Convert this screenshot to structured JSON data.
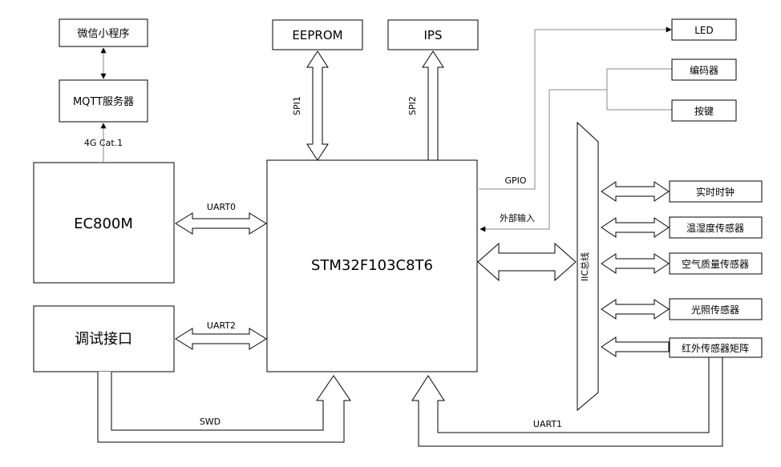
{
  "blocks": {
    "wechat_mini_program": "微信小程序",
    "mqtt_server": "MQTT服务器",
    "ec800m": "EC800M",
    "debug_interface": "调试接口",
    "eeprom": "EEPROM",
    "ips": "IPS",
    "mcu": "STM32F103C8T6",
    "iic_bus": "IIC总线",
    "led": "LED",
    "encoder": "编码器",
    "button": "按键",
    "rtc": "实时时钟",
    "temp_humidity_sensor": "温湿度传感器",
    "air_quality_sensor": "空气质量传感器",
    "light_sensor": "光照传感器",
    "ir_sensor_matrix": "红外传感器矩阵"
  },
  "links": {
    "cat1": "4G Cat.1",
    "uart0": "UART0",
    "uart2": "UART2",
    "uart1": "UART1",
    "spi1": "SPI1",
    "spi2": "SPI2",
    "gpio": "GPIO",
    "external_input": "外部输入",
    "swd": "SWD"
  }
}
